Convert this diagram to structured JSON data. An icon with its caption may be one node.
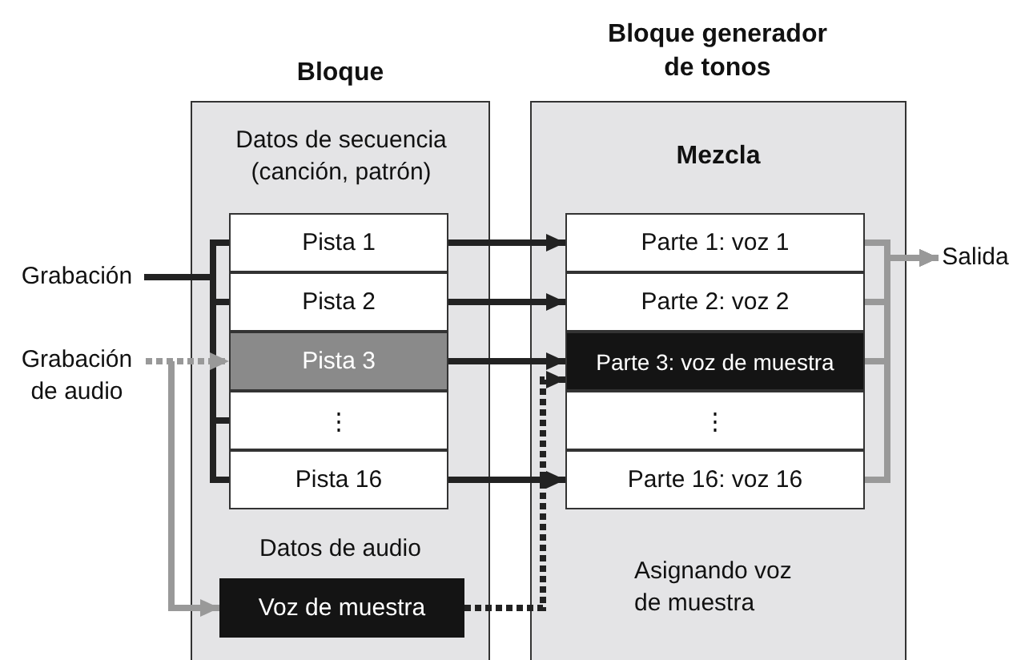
{
  "diagram": {
    "nodes": [
      {
        "text": [
          "Bloque",
          "Datos de secuencia (canción, patrón)",
          "Datos de audio"
        ]
      },
      {
        "text": [
          "Pista 1"
        ],
        "in": 0
      },
      {
        "text": [
          "Pista 2"
        ],
        "in": 0
      },
      {
        "text": [
          "Pista 3"
        ],
        "in": 0
      },
      {
        "text": [
          "⋮"
        ],
        "in": 0
      },
      {
        "text": [
          "Pista 16"
        ],
        "in": 0
      },
      {
        "text": [
          "Voz de muestra"
        ],
        "in": 0
      },
      {
        "text": [
          "Bloque generador de tonos",
          "Mezcla"
        ]
      },
      {
        "text": [
          "Parte 1: voz 1"
        ],
        "in": 7
      },
      {
        "text": [
          "Parte 2: voz 2"
        ],
        "in": 7
      },
      {
        "text": [
          "Parte 3: voz de muestra"
        ],
        "in": 7
      },
      {
        "text": [
          "⋮"
        ],
        "in": 7
      },
      {
        "text": [
          "Parte 16: voz 16"
        ],
        "in": 7
      },
      {
        "text": [
          "Grabación"
        ]
      },
      {
        "text": [
          "Grabación de audio"
        ]
      },
      {
        "text": [
          "Salida"
        ]
      }
    ],
    "edges": [
      {
        "from": 13,
        "to": 1,
        "arrow": "none"
      },
      {
        "from": 13,
        "to": 2,
        "arrow": "none"
      },
      {
        "from": 13,
        "to": 4,
        "arrow": "none"
      },
      {
        "from": 13,
        "to": 5,
        "arrow": "none"
      },
      {
        "from": 14,
        "to": 3,
        "arrow": "to",
        "style": "dashed",
        "color": "#999999"
      },
      {
        "from": 14,
        "to": 6,
        "arrow": "to",
        "color": "#999999"
      },
      {
        "from": 1,
        "to": 8,
        "arrow": "to"
      },
      {
        "from": 2,
        "to": 9,
        "arrow": "to"
      },
      {
        "from": 3,
        "to": 10,
        "arrow": "to"
      },
      {
        "from": 5,
        "to": 12,
        "arrow": "to"
      },
      {
        "from": 6,
        "to": 10,
        "arrow": "to",
        "style": "dashed",
        "label": "Asignando voz de muestra"
      },
      {
        "from": 8,
        "to": 15,
        "arrow": "to",
        "color": "#999999"
      },
      {
        "from": 9,
        "to": 15,
        "arrow": "to",
        "color": "#999999"
      },
      {
        "from": 10,
        "to": 15,
        "arrow": "to",
        "color": "#999999"
      },
      {
        "from": 12,
        "to": 15,
        "arrow": "to",
        "color": "#999999"
      }
    ]
  }
}
